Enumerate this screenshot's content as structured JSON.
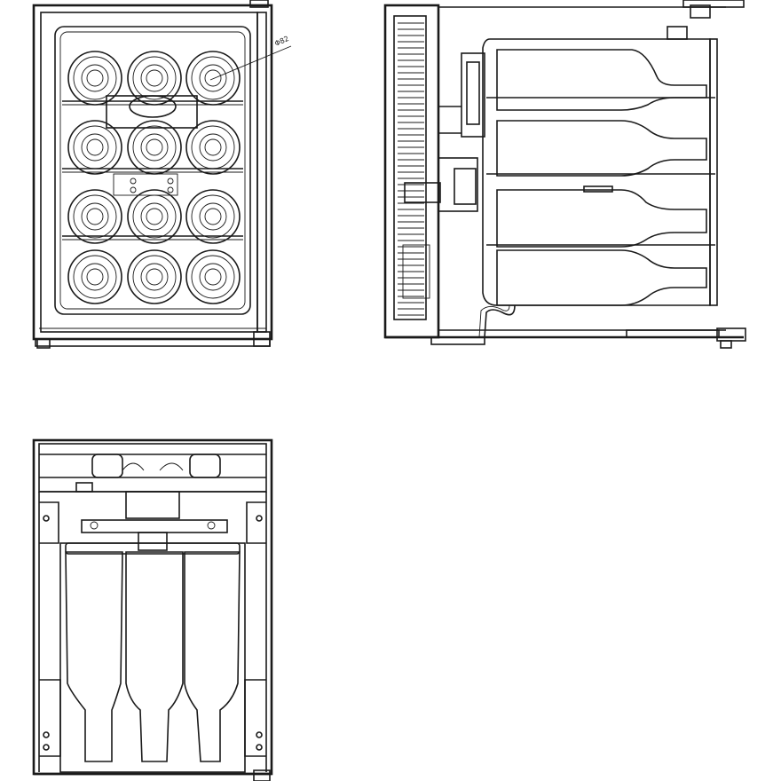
{
  "drawing": {
    "annotations": {
      "bottle_diameter": "Φ82"
    },
    "views": {
      "front": "front-view",
      "side": "side-view",
      "top": "top-view"
    }
  }
}
